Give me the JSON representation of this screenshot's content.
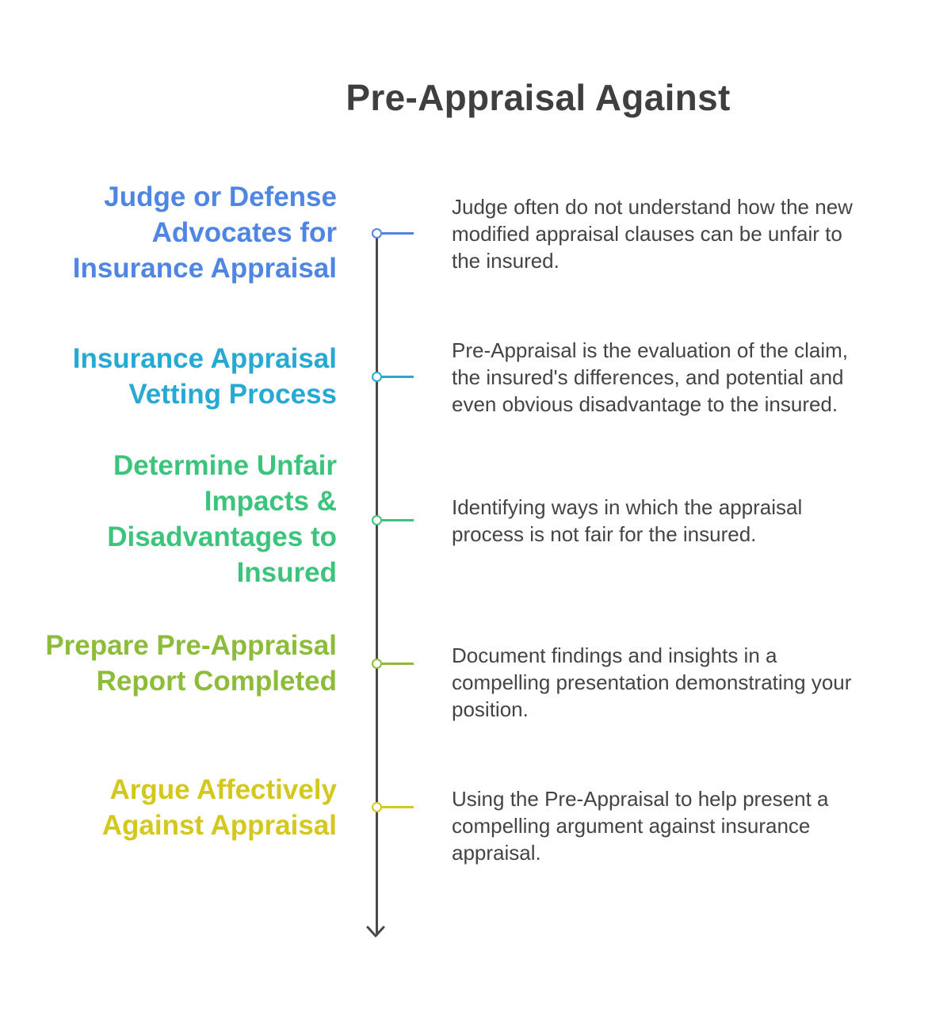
{
  "title": "Pre-Appraisal Against",
  "steps": [
    {
      "label": "Judge or Defense\nAdvocates for\nInsurance Appraisal",
      "description": "Judge often do not understand how the new\nmodified appraisal clauses can be unfair to\nthe insured.",
      "color": "#4f86e2"
    },
    {
      "label": "Insurance Appraisal\nVetting Process",
      "description": "Pre-Appraisal is the evaluation of the claim,\nthe insured's differences, and potential and\neven obvious disadvantage to the insured.",
      "color": "#26a9d3"
    },
    {
      "label": "Determine Unfair\nImpacts &\nDisadvantages to\nInsured",
      "description": "Identifying ways in which the appraisal\nprocess is not fair for the insured.",
      "color": "#3cc47c"
    },
    {
      "label": "Prepare Pre-Appraisal\nReport Completed",
      "description": "Document findings and insights in a\ncompelling presentation demonstrating your\nposition.",
      "color": "#8dbb3a"
    },
    {
      "label": "Argue Affectively\nAgainst Appraisal",
      "description": "Using the Pre-Appraisal to help present a\ncompelling argument against insurance\nappraisal.",
      "color": "#d4c81e"
    }
  ]
}
